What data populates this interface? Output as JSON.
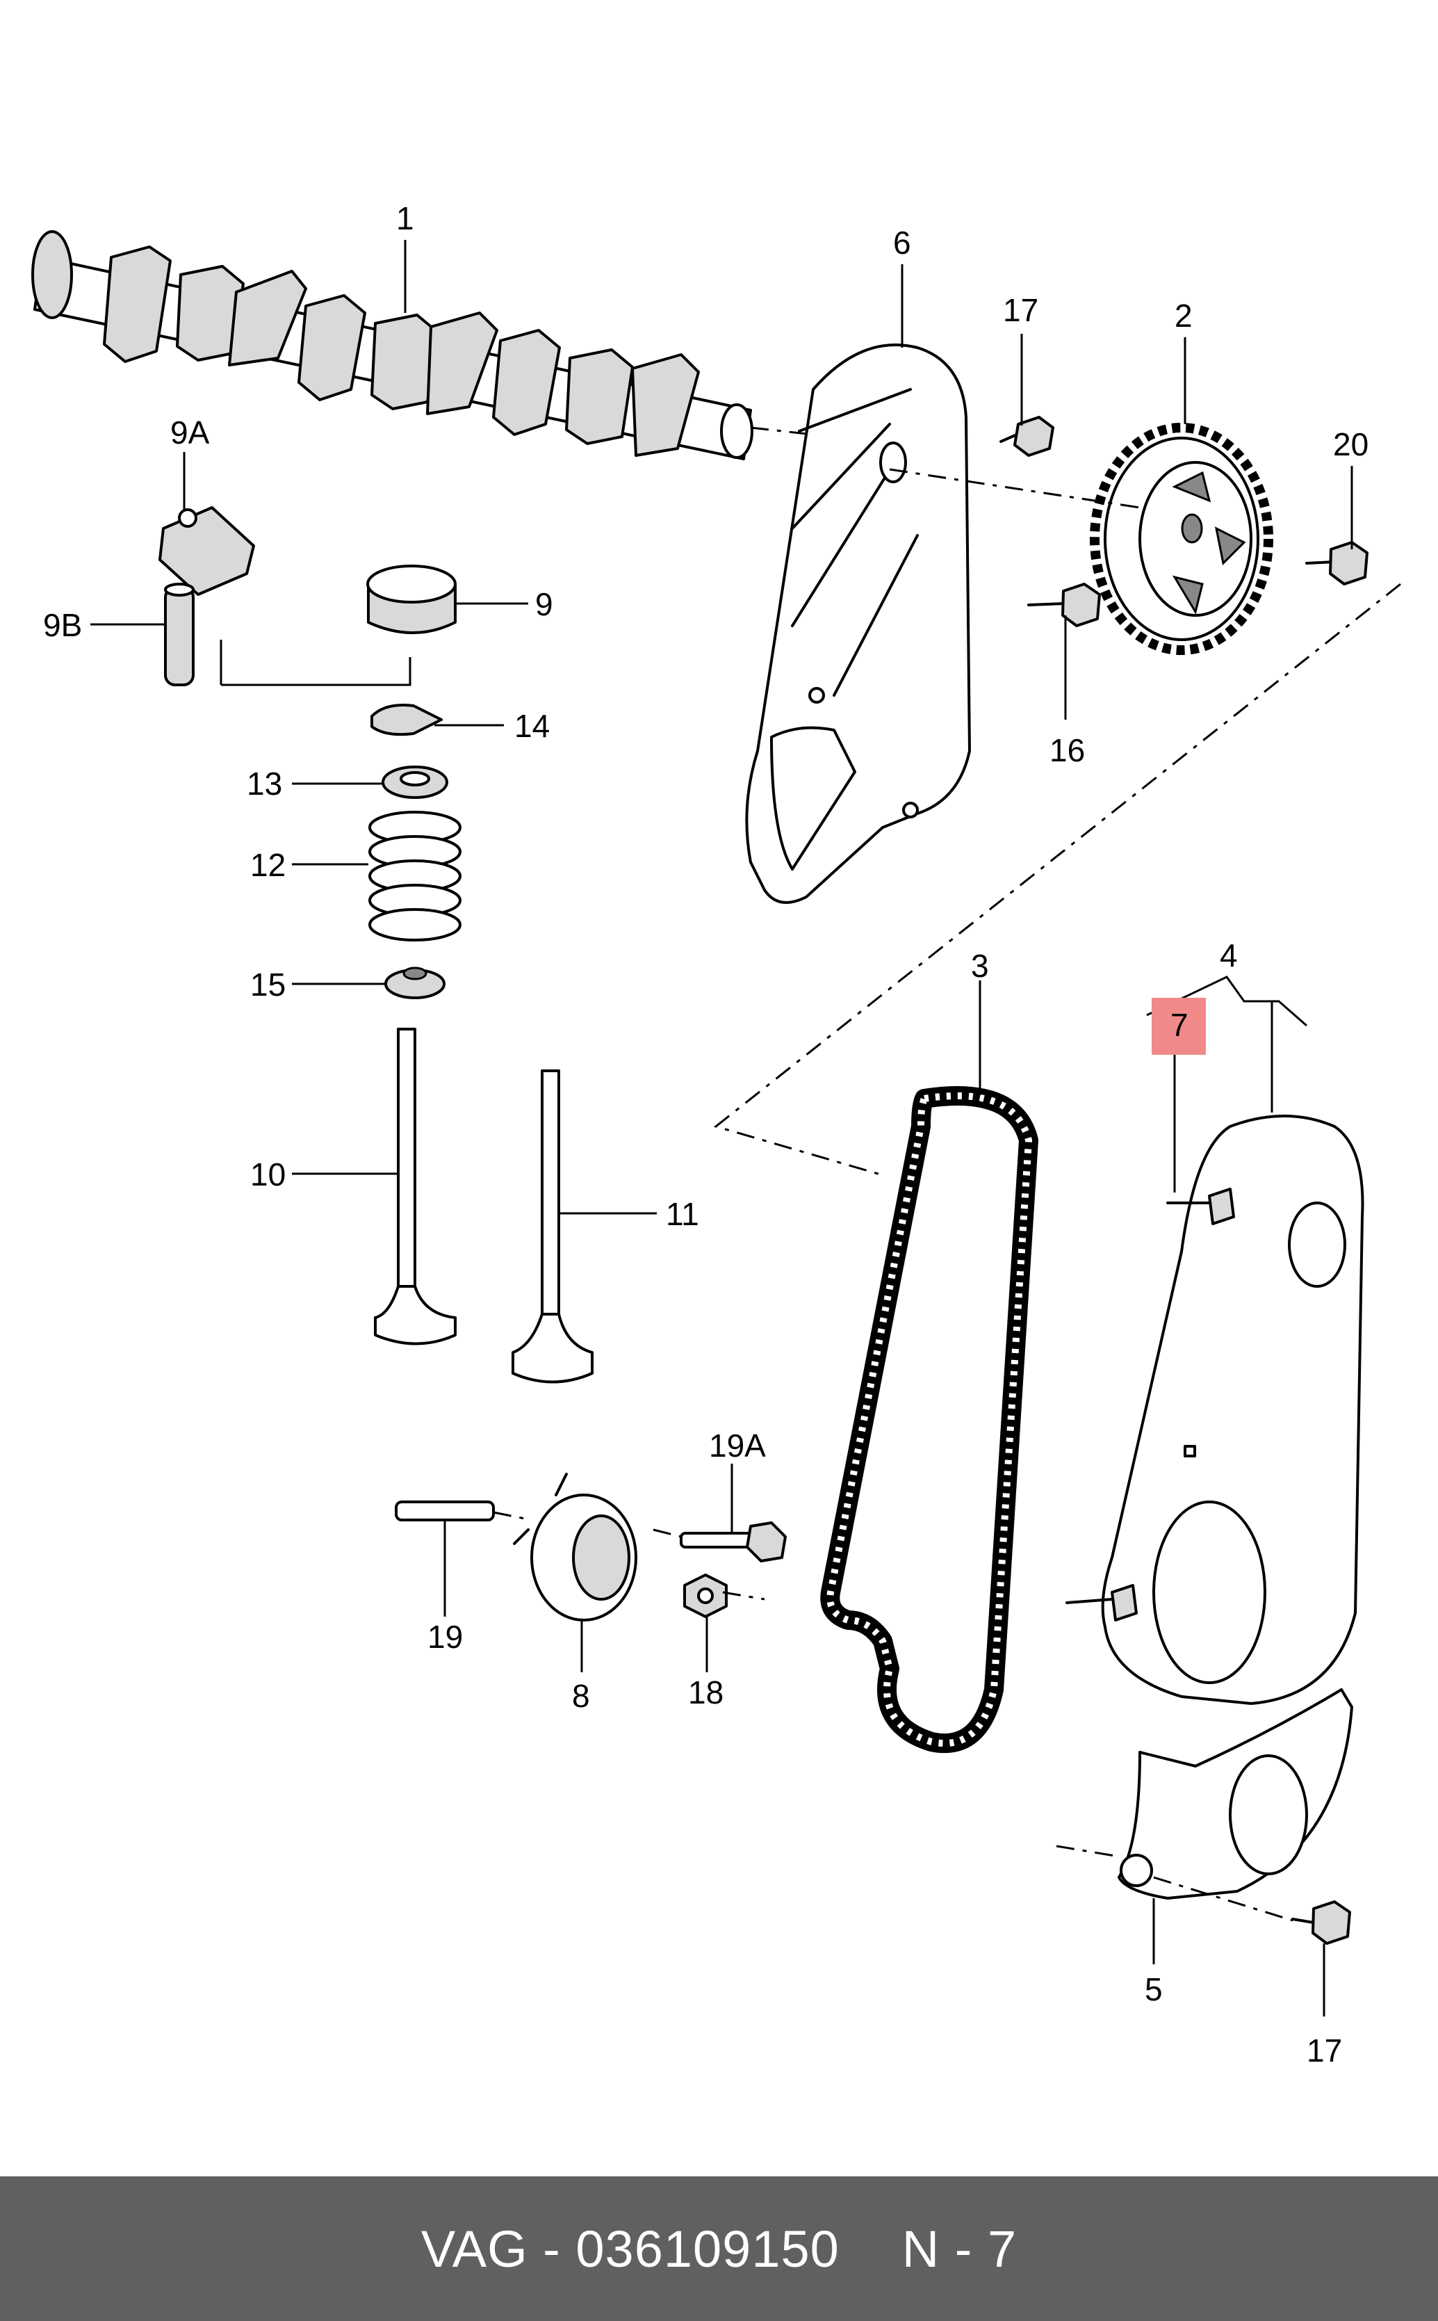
{
  "diagram": {
    "callouts": {
      "c1": "1",
      "c2": "2",
      "c3": "3",
      "c4": "4",
      "c5": "5",
      "c6": "6",
      "c7": "7",
      "c8": "8",
      "c9": "9",
      "c9a": "9A",
      "c9b": "9B",
      "c10": "10",
      "c11": "11",
      "c12": "12",
      "c13": "13",
      "c14": "14",
      "c15": "15",
      "c16": "16",
      "c17a": "17",
      "c17b": "17",
      "c18": "18",
      "c19": "19",
      "c19a": "19A",
      "c20": "20"
    },
    "highlighted_part": "7",
    "highlight_color": "#f08a8a"
  },
  "footer": {
    "part_number": "VAG - 036109150",
    "page_ref": "N - 7",
    "background": "#606060",
    "text_color": "#ffffff"
  }
}
